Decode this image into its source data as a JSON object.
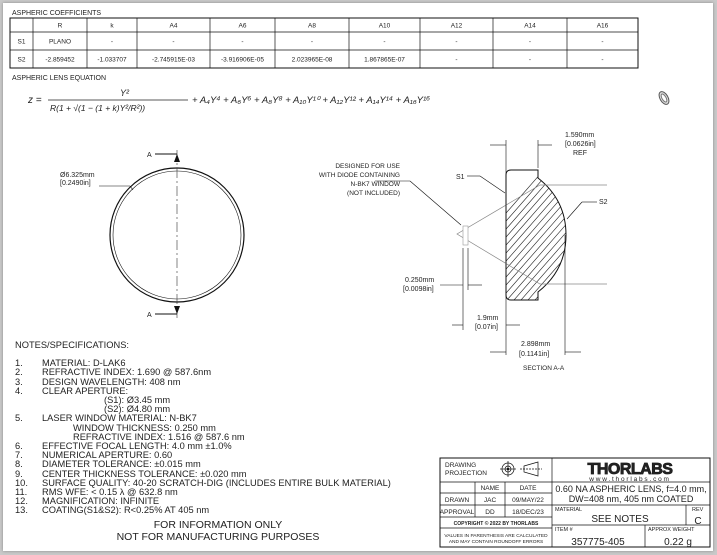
{
  "coefficients": {
    "title": "ASPHERIC COEFFICIENTS",
    "headers": [
      "",
      "R",
      "k",
      "A4",
      "A6",
      "A8",
      "A10",
      "A12",
      "A14",
      "A16"
    ],
    "rows": [
      [
        "S1",
        "PLANO",
        "-",
        "-",
        "-",
        "-",
        "-",
        "-",
        "-",
        "-"
      ],
      [
        "S2",
        "-2.859452",
        "-1.033707",
        "-2.745915E-03",
        "-3.916906E-05",
        "2.023965E-08",
        "1.867865E-07",
        "-",
        "-",
        "-"
      ]
    ]
  },
  "equation": {
    "title": "ASPHERIC LENS EQUATION",
    "lhs": "z =",
    "numerator": "Y²",
    "denominator": "R(1 + √(1 − (1 + k)Y²/R²))",
    "terms": "+ A₄Y⁴ + A₆Y⁶ + A₈Y⁸ + A₁₀Y¹⁰ + A₁₂Y¹² + A₁₄Y¹⁴ + A₁₆Y¹⁶"
  },
  "front_view": {
    "diameter": "Ø6.325mm",
    "diameter_in": "[0.2490in]",
    "section_label": "A"
  },
  "section": {
    "dim_top": "1.590mm",
    "dim_top_in": "[0.0626in]",
    "dim_top_ref": "REF",
    "callout": [
      "DESIGNED FOR USE",
      "WITH DIODE CONTAINING",
      "N-BK7 WINDOW",
      "(NOT INCLUDED)"
    ],
    "s1": "S1",
    "s2": "S2",
    "window_dim": "0.250mm",
    "window_dim_in": "[0.0098in]",
    "gap_dim": "1.9mm",
    "gap_dim_in": "[0.07in]",
    "ct_dim": "2.898mm",
    "ct_dim_in": "[0.1141in]",
    "title": "SECTION A-A"
  },
  "notes": {
    "title": "NOTES/SPECIFICATIONS:",
    "items": [
      [
        "1.",
        "MATERIAL: D-LAK6"
      ],
      [
        "2.",
        "REFRACTIVE INDEX: 1.690 @ 587.6nm"
      ],
      [
        "3.",
        "DESIGN WAVELENGTH: 408 nm"
      ],
      [
        "4.",
        "CLEAR APERTURE:"
      ],
      [
        "",
        "                        (S1): Ø3.45 mm"
      ],
      [
        "",
        "                        (S2): Ø4.80 mm"
      ],
      [
        "5.",
        "LASER WINDOW MATERIAL: N-BK7"
      ],
      [
        "",
        "            WINDOW THICKNESS: 0.250 mm"
      ],
      [
        "",
        "            REFRACTIVE INDEX: 1.516 @ 587.6 nm"
      ],
      [
        "6.",
        "EFFECTIVE FOCAL LENGTH: 4.0 mm ±1.0%"
      ],
      [
        "7.",
        "NUMERICAL APERTURE: 0.60"
      ],
      [
        "8.",
        "DIAMETER TOLERANCE: ±0.015 mm"
      ],
      [
        "9.",
        "CENTER THICKNESS TOLERANCE: ±0.020 mm"
      ],
      [
        "10.",
        "SURFACE QUALITY: 40-20 SCRATCH-DIG (INCLUDES ENTIRE BULK MATERIAL)"
      ],
      [
        "11.",
        "RMS WFE: < 0.15 λ @ 632.8 nm"
      ],
      [
        "12.",
        "MAGNIFICATION: INFINITE"
      ],
      [
        "13.",
        "COATING(S1&S2): R<0.25% AT 405 nm"
      ]
    ],
    "disclaimer1": "FOR INFORMATION ONLY",
    "disclaimer2": "NOT FOR MANUFACTURING PURPOSES"
  },
  "title_block": {
    "projection": [
      "DRAWING",
      "PROJECTION"
    ],
    "name": "NAME",
    "date": "DATE",
    "drawn": "DRAWN",
    "drawn_name": "JAC",
    "drawn_date": "09/MAY/22",
    "approval": "APPROVAL",
    "approval_name": "DD",
    "approval_date": "18/DEC/23",
    "copyright": "COPYRIGHT © 2022 BY THORLABS",
    "values_note": [
      "VALUES IN PARENTHESIS ARE CALCULATED",
      "AND MAY CONTAIN ROUNDOFF ERRORS"
    ],
    "logo": "THORLABS",
    "website": "www.thorlabs.com",
    "description": [
      "0.60 NA ASPHERIC LENS, f=4.0 mm,",
      "DW=408 nm, 405 nm COATED"
    ],
    "material_label": "MATERIAL",
    "material": "SEE NOTES",
    "rev_label": "REV",
    "rev": "C",
    "item_label": "ITEM #",
    "item": "357775-405",
    "weight_label": "APPROX WEIGHT",
    "weight": "0.22 g"
  }
}
